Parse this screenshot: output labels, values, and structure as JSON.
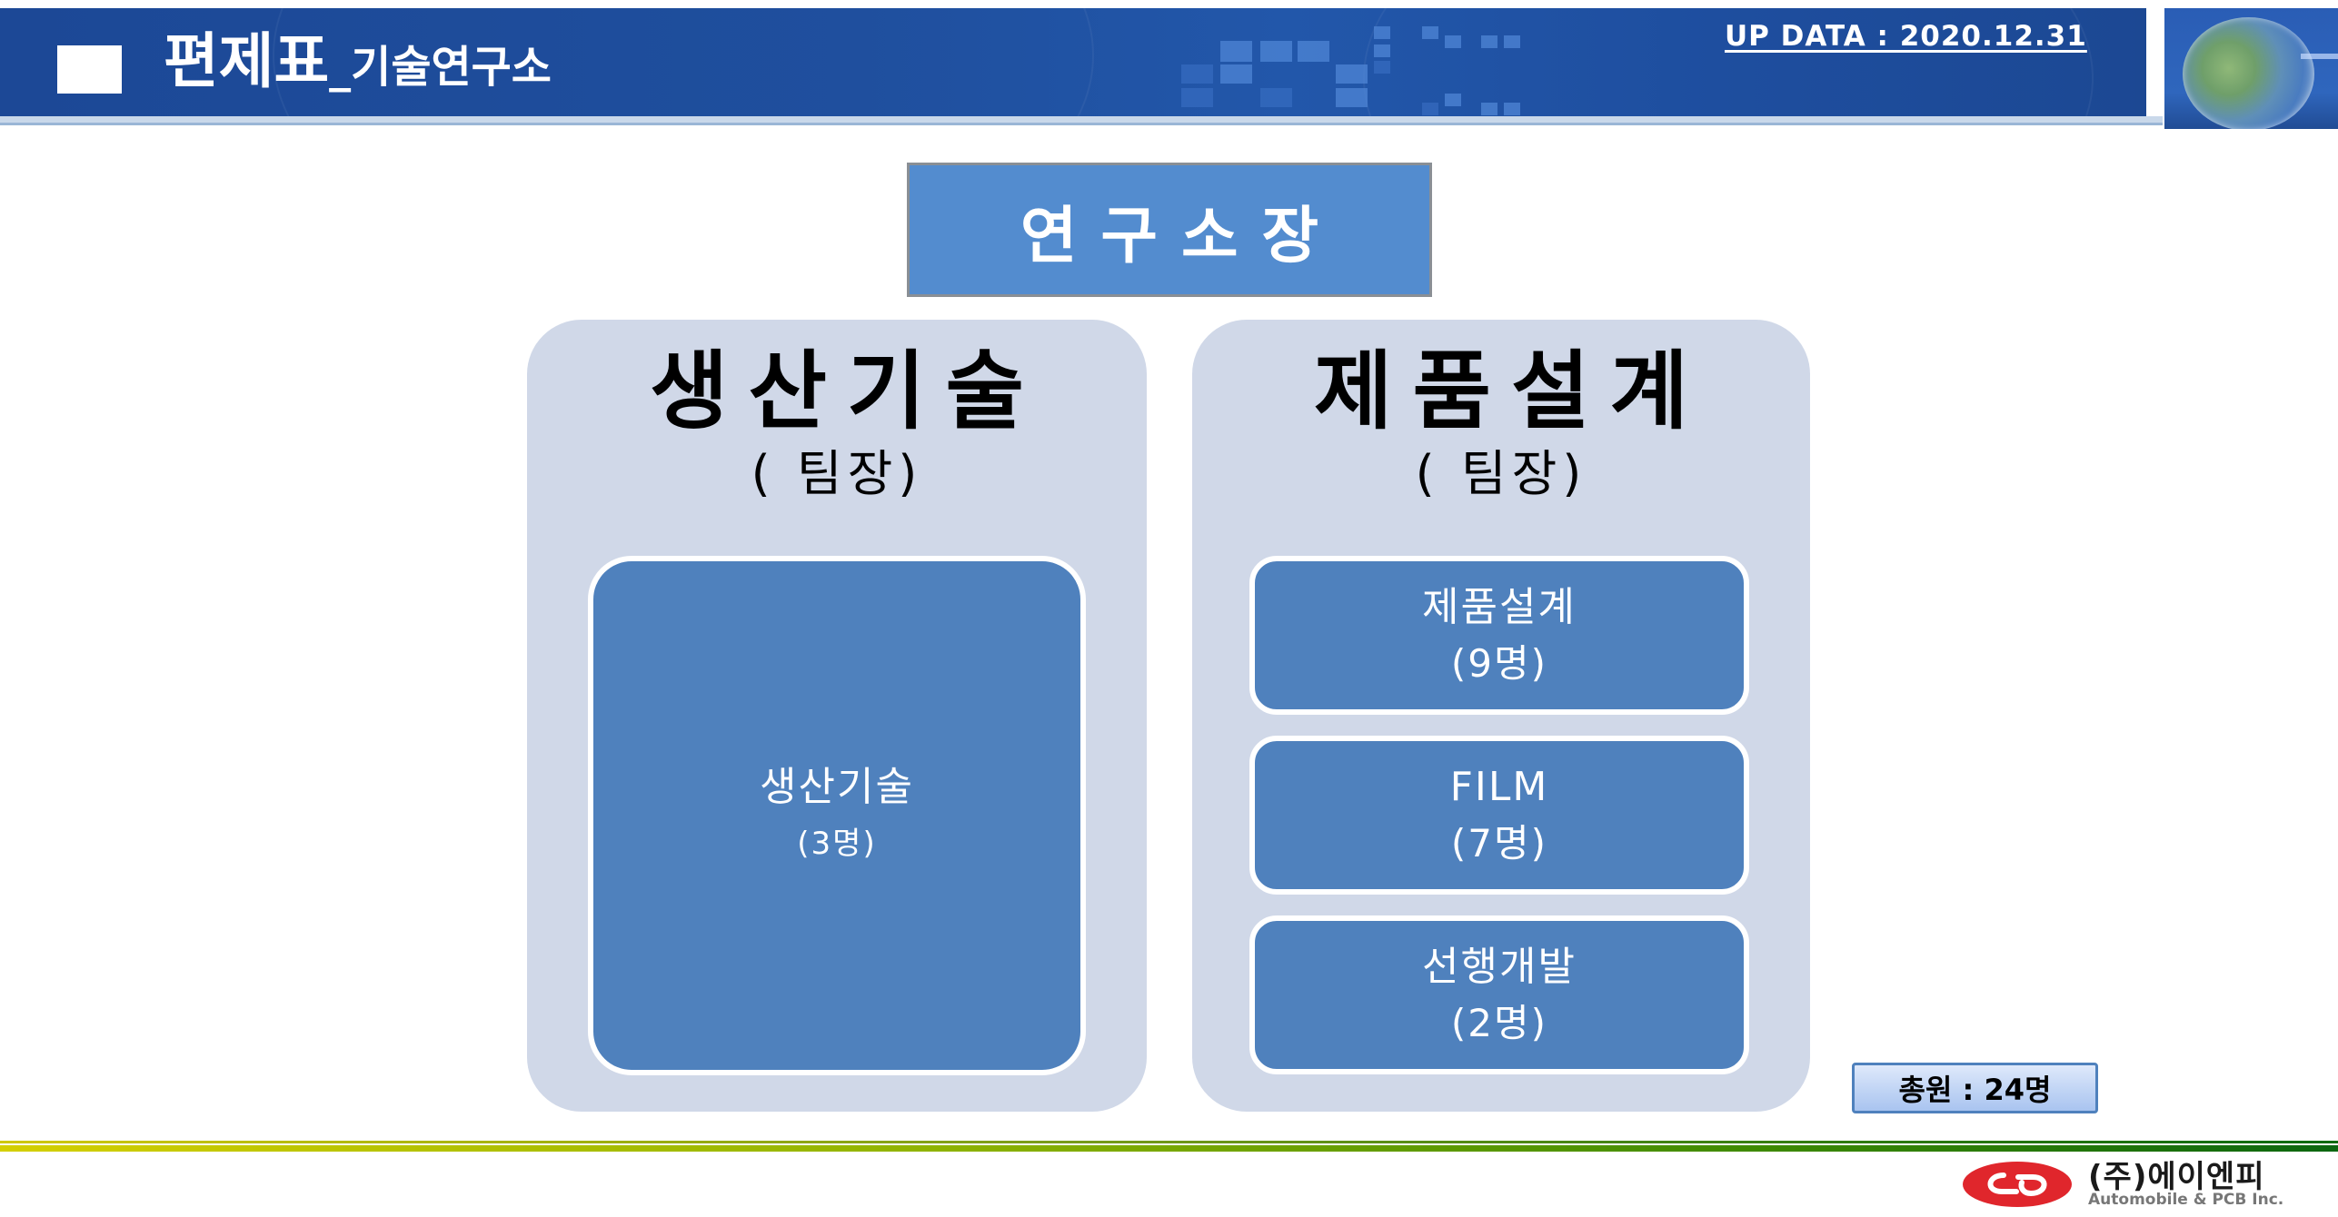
{
  "header": {
    "title_main": "편제표",
    "title_sub": "_기술연구소",
    "update_label": "UP DATA : 2020.12.31"
  },
  "director": {
    "label": "연구소장"
  },
  "groups": [
    {
      "title": "생산기술",
      "role": "( 팀장)",
      "teams": [
        {
          "name": "생산기술",
          "count": "(3명)"
        }
      ]
    },
    {
      "title": "제품설계",
      "role": "( 팀장)",
      "teams": [
        {
          "name": "제품설계",
          "count": "(9명)"
        },
        {
          "name": "FILM",
          "count": "(7명)"
        },
        {
          "name": "선행개발",
          "count": "(2명)"
        }
      ]
    }
  ],
  "total": {
    "label": "총원 : 24명"
  },
  "footer": {
    "company_name": "(주)에이엔피",
    "company_english": "Automobile & PCB Inc."
  },
  "colors": {
    "header_blue": "#1f4f9e",
    "director_fill": "#538ccf",
    "group_bg": "#d0d8e8",
    "card_fill": "#4f81bd",
    "logo_red": "#e0262c"
  }
}
